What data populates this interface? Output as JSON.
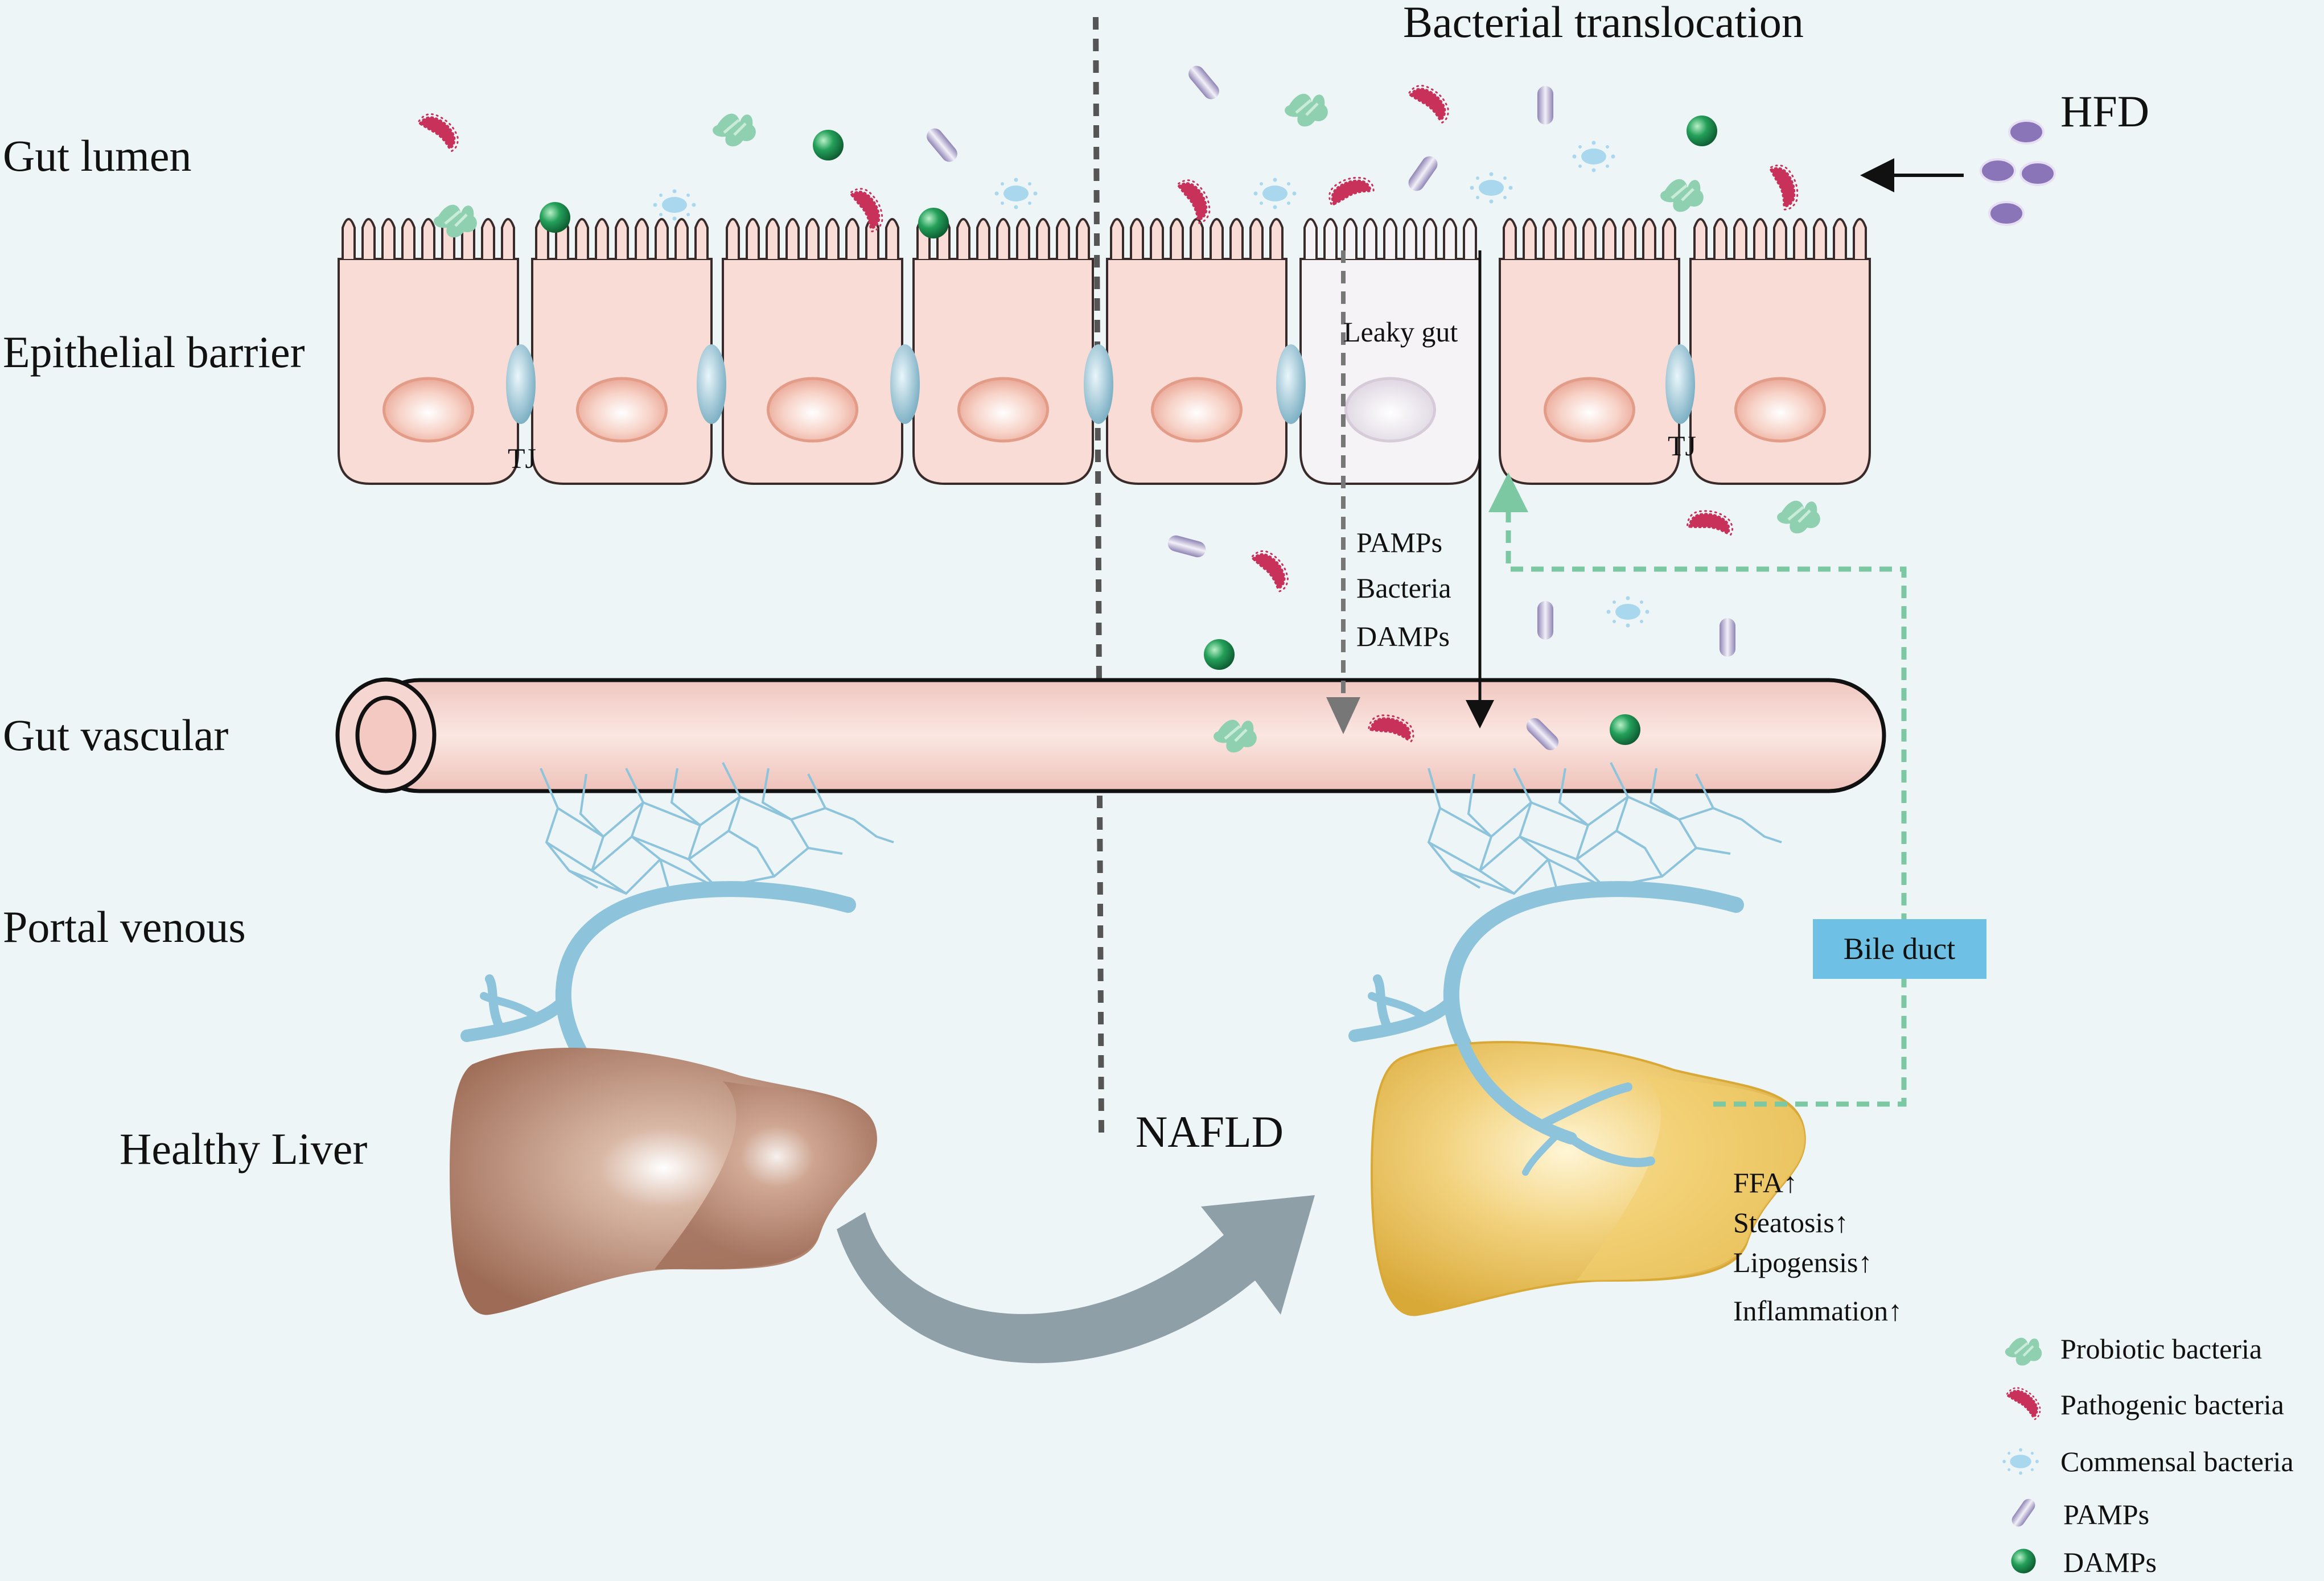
{
  "labels": {
    "bacterial_translocation": "Bacterial translocation",
    "hfd": "HFD",
    "gut_lumen": "Gut lumen",
    "epithelial_barrier": "Epithelial barrier",
    "tj_left": "TJ",
    "tj_right": "TJ",
    "leaky_gut": "Leaky gut",
    "pamps": "PAMPs",
    "bacteria": "Bacteria",
    "damps": "DAMPs",
    "gut_vascular": "Gut vascular",
    "portal_venous": "Portal venous",
    "bile_duct": "Bile duct",
    "healthy_liver": "Healthy Liver",
    "nafld": "NAFLD"
  },
  "markers": [
    {
      "text": "FFA",
      "arrow": "↑"
    },
    {
      "text": "Steatosis",
      "arrow": "↑"
    },
    {
      "text": "Lipogensis",
      "arrow": "↑"
    },
    {
      "text": "Inflammation",
      "arrow": "↑"
    }
  ],
  "legend": [
    {
      "label": "Probiotic bacteria",
      "icon": "probiotic-icon"
    },
    {
      "label": "Pathogenic bacteria",
      "icon": "pathogenic-icon"
    },
    {
      "label": "Commensal bacteria",
      "icon": "commensal-icon"
    },
    {
      "label": "PAMPs",
      "icon": "pamps-icon"
    },
    {
      "label": "DAMPs",
      "icon": "damps-icon"
    }
  ],
  "colors": {
    "background": "#eef5f7",
    "cell": "#f8dcd5",
    "nucleus": "#f0b7aa",
    "tight_junction": "#8fbccc",
    "vessel": "#f6d6d0",
    "portal_vein": "#8ec4db",
    "healthy_liver": "#a7765f",
    "nafld_liver": "#e8c15a",
    "pathogenic": "#c8325a",
    "probiotic": "#8fd0b1",
    "commensal": "#a9d8ee",
    "pamps": "#a99fc5",
    "damps": "#1f8a4c",
    "bile_duct_box": "#6ec1e4",
    "dashed_green": "#7cc8a3",
    "big_arrow": "#8f9fa8"
  }
}
